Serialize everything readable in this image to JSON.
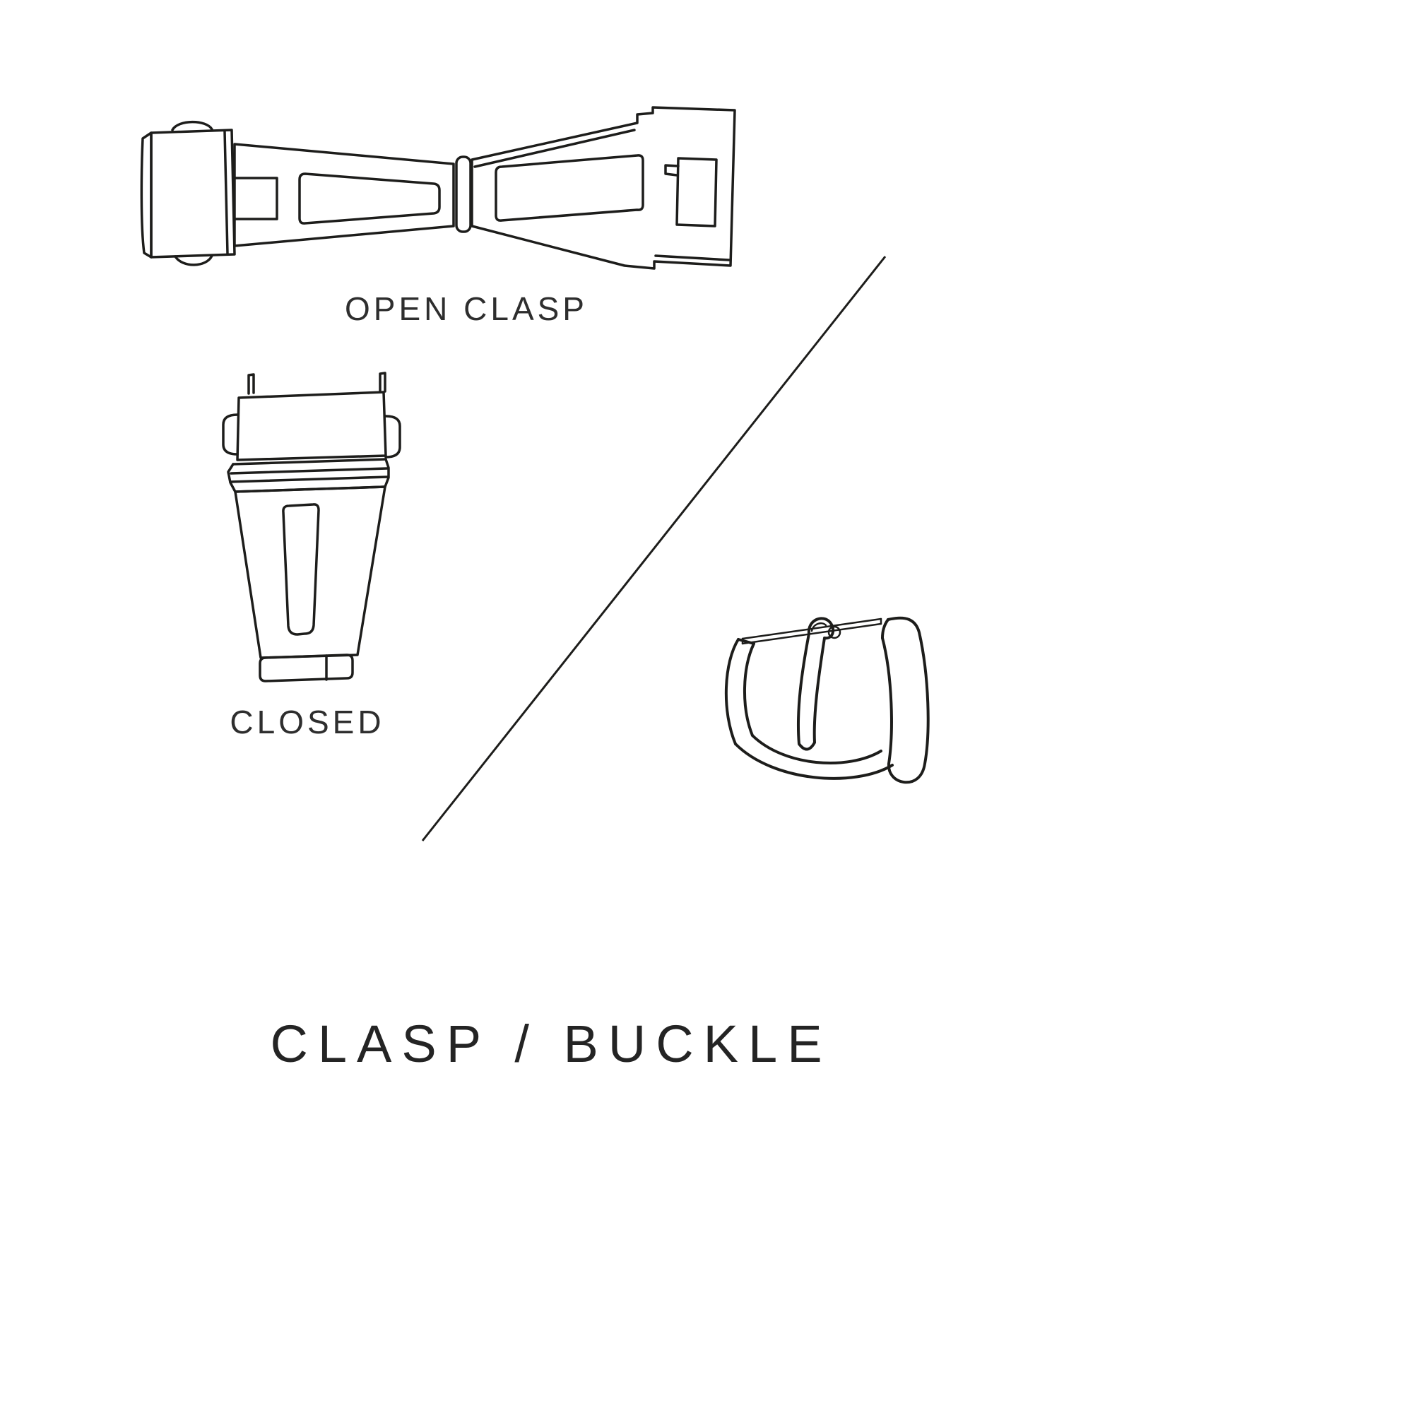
{
  "page": {
    "background": "#ffffff",
    "ink": "#1d1d1b",
    "title": "CLASP / BUCKLE"
  },
  "figures": {
    "open_clasp": {
      "label": "OPEN CLASP"
    },
    "closed_clasp": {
      "label": "CLOSED"
    },
    "buckle": {
      "label": ""
    }
  }
}
